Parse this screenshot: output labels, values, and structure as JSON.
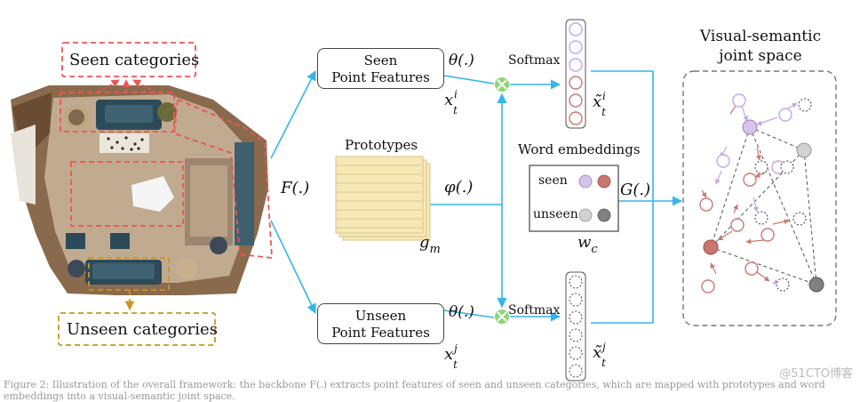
{
  "scene": {
    "seen_label": "Seen categories",
    "unseen_label": "Unseen categories",
    "seen_color": "#ee5555",
    "unseen_color": "#c8961e"
  },
  "backbone": {
    "label": "F(.)"
  },
  "seen_branch": {
    "box_line1": "Seen",
    "box_line2": "Point Features",
    "theta": "θ(.)",
    "softmax": "Softmax",
    "xvar": "x",
    "xsup": "i",
    "xsub": "t",
    "yvar": "x̃",
    "ysup": "i",
    "ysub": "t"
  },
  "unseen_branch": {
    "box_line1": "Unseen",
    "box_line2": "Point Features",
    "theta": "θ(.)",
    "softmax": "Softmax",
    "xvar": "x",
    "xsup": "j",
    "xsub": "t",
    "yvar": "x̃",
    "ysup": "j",
    "ysub": "t"
  },
  "prototypes": {
    "title": "Prototypes",
    "phi": "φ(.)",
    "var": "g",
    "sub": "m"
  },
  "word_embeddings": {
    "title": "Word embeddings",
    "seen": "seen",
    "unseen": "unseen",
    "func": "G(.)",
    "var": "w",
    "sub": "c"
  },
  "joint_space": {
    "title_line1": "Visual-semantic",
    "title_line2": "joint space"
  },
  "colors": {
    "arrow": "#35b5e8",
    "circle_purple": "#c5a6e6",
    "circle_red": "#c87a72",
    "node_purple": "#d6c3ec",
    "node_red": "#c8766f",
    "node_lightgray": "#d2d2d2",
    "node_darkgray": "#808080",
    "operator": "#8fd47a",
    "prototype_fill": "#f7e8b8"
  },
  "footer": {
    "caption": "Figure 2: Illustration of the overall framework: the backbone F(.) extracts point features of seen and unseen categories, which are mapped with prototypes and word embeddings into a visual-semantic joint space.",
    "watermark": "@51CTO博客"
  }
}
